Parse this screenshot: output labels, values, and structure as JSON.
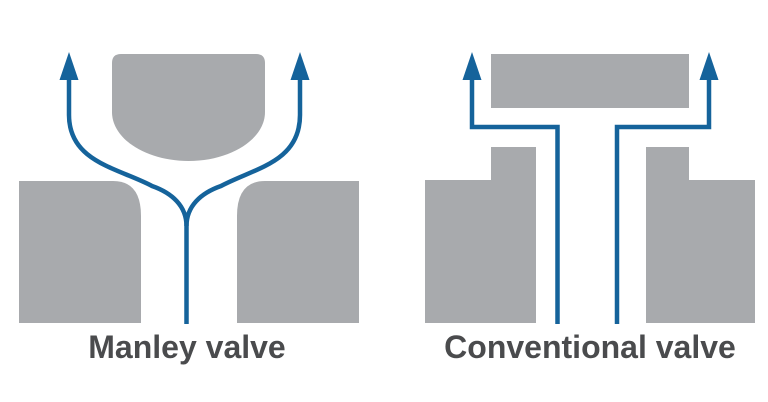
{
  "diagram": {
    "left": {
      "label": "Manley valve"
    },
    "right": {
      "label": "Conventional valve"
    }
  },
  "icons": {
    "left_flow": "upward-curved-flow-arrows",
    "right_flow": "upward-right-angle-flow-arrows"
  },
  "colors": {
    "metal": "#A8AAAD",
    "flow": "#15639B",
    "text": "#4A4B4D",
    "bg": "#FFFFFF"
  }
}
